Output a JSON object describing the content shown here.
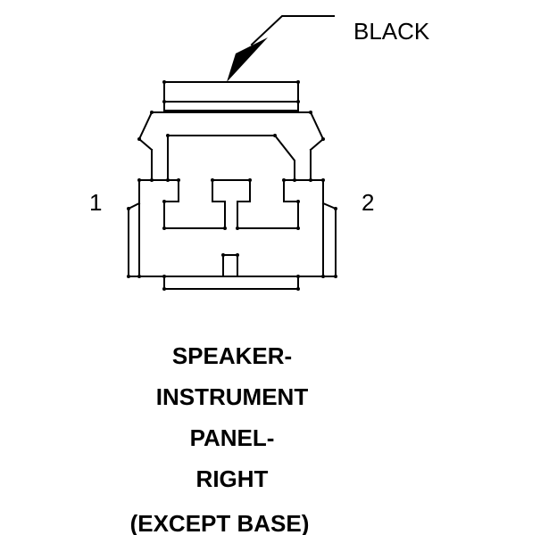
{
  "connector": {
    "color_label": "BLACK",
    "pin_left": "1",
    "pin_right": "2"
  },
  "title": {
    "line1": "SPEAKER-",
    "line2": "INSTRUMENT",
    "line3": "PANEL-",
    "line4": "RIGHT",
    "line5": "(EXCEPT BASE)"
  },
  "colors": {
    "ink": "#000000",
    "background": "#ffffff"
  }
}
